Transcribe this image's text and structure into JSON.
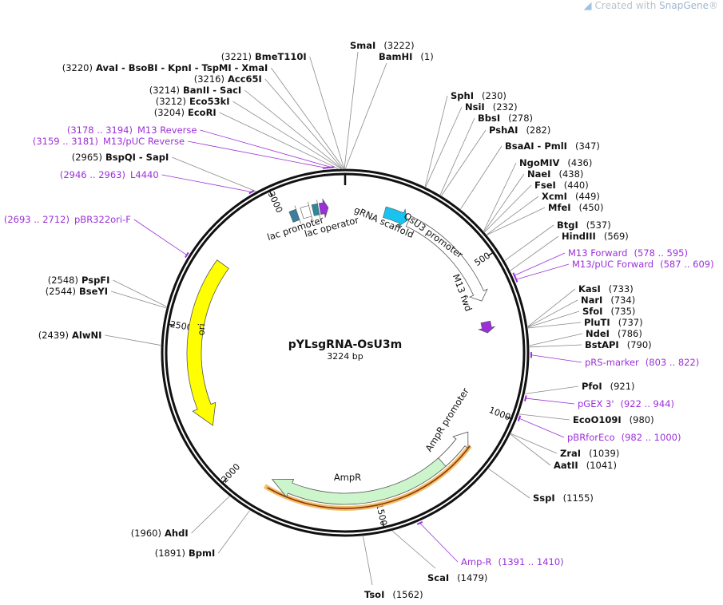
{
  "watermark": {
    "prefix": "Created with ",
    "brand": "SnapGene",
    "mark": "®"
  },
  "plasmid": {
    "name": "pYLsgRNA-OsU3m",
    "length_label": "3224 bp",
    "length": 3224
  },
  "colors": {
    "primer": "#9b30d9",
    "ori": "#ffff00",
    "ampr": "#ccf5cc",
    "gRNA": "#19c3f0",
    "lac_operator": "#2a8a9a",
    "lac_promoter": "#3a7fa0",
    "m13": "#9b30d9"
  },
  "ticks": [
    {
      "pos": 500,
      "label": "500"
    },
    {
      "pos": 1000,
      "label": "1000"
    },
    {
      "pos": 1500,
      "label": "1500"
    },
    {
      "pos": 2000,
      "label": "2000"
    },
    {
      "pos": 2500,
      "label": "2500"
    },
    {
      "pos": 3000,
      "label": "3000"
    }
  ],
  "enzymes": [
    {
      "name": "SmaI",
      "pos": "(3222)",
      "site": 3222,
      "side": "R"
    },
    {
      "name": "BamHI",
      "pos": "(1)",
      "site": 1,
      "side": "R"
    },
    {
      "name": "BmeT110I",
      "pos": "(3221)",
      "site": 3221,
      "side": "L"
    },
    {
      "name": "AvaI  - BsoBI  - KpnI  - TspMI  - XmaI",
      "pos": "(3220)",
      "site": 3220,
      "side": "L"
    },
    {
      "name": "Acc65I",
      "pos": "(3216)",
      "site": 3216,
      "side": "L"
    },
    {
      "name": "BanII  - SacI",
      "pos": "(3214)",
      "site": 3214,
      "side": "L"
    },
    {
      "name": "Eco53kI",
      "pos": "(3212)",
      "site": 3212,
      "side": "L"
    },
    {
      "name": "EcoRI",
      "pos": "(3204)",
      "site": 3204,
      "side": "L"
    },
    {
      "name": "BspQI  - SapI",
      "pos": "(2965)",
      "site": 2965,
      "side": "L"
    },
    {
      "name": "SphI",
      "pos": "(230)",
      "site": 230,
      "side": "R"
    },
    {
      "name": "NsiI",
      "pos": "(232)",
      "site": 232,
      "side": "R"
    },
    {
      "name": "BbsI",
      "pos": "(278)",
      "site": 278,
      "side": "R"
    },
    {
      "name": "PshAI",
      "pos": "(282)",
      "site": 282,
      "side": "R"
    },
    {
      "name": "BsaAI  - PmlI",
      "pos": "(347)",
      "site": 347,
      "side": "R"
    },
    {
      "name": "NgoMIV",
      "pos": "(436)",
      "site": 436,
      "side": "R"
    },
    {
      "name": "NaeI",
      "pos": "(438)",
      "site": 438,
      "side": "R"
    },
    {
      "name": "FseI",
      "pos": "(440)",
      "site": 440,
      "side": "R"
    },
    {
      "name": "XcmI",
      "pos": "(449)",
      "site": 449,
      "side": "R"
    },
    {
      "name": "MfeI",
      "pos": "(450)",
      "site": 450,
      "side": "R"
    },
    {
      "name": "BtgI",
      "pos": "(537)",
      "site": 537,
      "side": "R"
    },
    {
      "name": "HindIII",
      "pos": "(569)",
      "site": 569,
      "side": "R"
    },
    {
      "name": "KasI",
      "pos": "(733)",
      "site": 733,
      "side": "R"
    },
    {
      "name": "NarI",
      "pos": "(734)",
      "site": 734,
      "side": "R"
    },
    {
      "name": "SfoI",
      "pos": "(735)",
      "site": 735,
      "side": "R"
    },
    {
      "name": "PluTI",
      "pos": "(737)",
      "site": 737,
      "side": "R"
    },
    {
      "name": "NdeI",
      "pos": "(786)",
      "site": 786,
      "side": "R"
    },
    {
      "name": "BstAPI",
      "pos": "(790)",
      "site": 790,
      "side": "R"
    },
    {
      "name": "PfoI",
      "pos": "(921)",
      "site": 921,
      "side": "R"
    },
    {
      "name": "EcoO109I",
      "pos": "(980)",
      "site": 980,
      "side": "R"
    },
    {
      "name": "ZraI",
      "pos": "(1039)",
      "site": 1039,
      "side": "R"
    },
    {
      "name": "AatII",
      "pos": "(1041)",
      "site": 1041,
      "side": "R"
    },
    {
      "name": "SspI",
      "pos": "(1155)",
      "site": 1155,
      "side": "R"
    },
    {
      "name": "ScaI",
      "pos": "(1479)",
      "site": 1479,
      "side": "R"
    },
    {
      "name": "TsoI",
      "pos": "(1562)",
      "site": 1562,
      "side": "R"
    },
    {
      "name": "BpmI",
      "pos": "(1891)",
      "site": 1891,
      "side": "L"
    },
    {
      "name": "AhdI",
      "pos": "(1960)",
      "site": 1960,
      "side": "L"
    },
    {
      "name": "AlwNI",
      "pos": "(2439)",
      "site": 2439,
      "side": "L"
    },
    {
      "name": "BseYI",
      "pos": "(2544)",
      "site": 2544,
      "side": "L"
    },
    {
      "name": "PspFI",
      "pos": "(2548)",
      "site": 2548,
      "side": "L"
    }
  ],
  "primers": [
    {
      "name": "M13 Reverse",
      "range": "(3178 .. 3194)",
      "site": 3186,
      "side": "L"
    },
    {
      "name": "M13/pUC Reverse",
      "range": "(3159 .. 3181)",
      "site": 3170,
      "side": "L"
    },
    {
      "name": "L4440",
      "range": "(2946 .. 2963)",
      "site": 2954,
      "side": "L"
    },
    {
      "name": "pBR322ori-F",
      "range": "(2693 .. 2712)",
      "site": 2702,
      "side": "L"
    },
    {
      "name": "M13 Forward",
      "range": "(578 .. 595)",
      "site": 586,
      "side": "R"
    },
    {
      "name": "M13/pUC Forward",
      "range": "(587 .. 609)",
      "site": 598,
      "side": "R"
    },
    {
      "name": "pRS-marker",
      "range": "(803 .. 822)",
      "site": 812,
      "side": "R"
    },
    {
      "name": "pGEX 3'",
      "range": "(922 .. 944)",
      "site": 933,
      "side": "R"
    },
    {
      "name": "pBRforEco",
      "range": "(982 .. 1000)",
      "site": 991,
      "side": "R"
    },
    {
      "name": "Amp-R",
      "range": "(1391 .. 1410)",
      "site": 1400,
      "side": "R"
    }
  ],
  "features": [
    {
      "name": "lac promoter"
    },
    {
      "name": "lac operator"
    },
    {
      "name": "gRNA scaffold"
    },
    {
      "name": "OsU3 promoter"
    },
    {
      "name": "M13 fwd"
    },
    {
      "name": "AmpR promoter"
    },
    {
      "name": "AmpR"
    },
    {
      "name": "ori"
    }
  ]
}
